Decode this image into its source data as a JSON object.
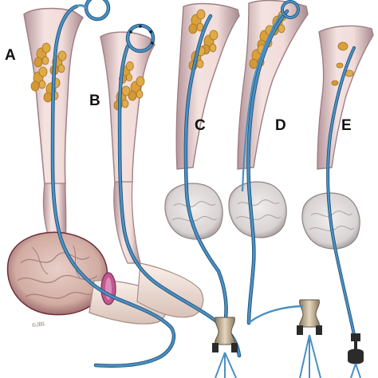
{
  "figure": {
    "panels": [
      {
        "id": "A",
        "label": "A"
      },
      {
        "id": "B",
        "label": "B"
      },
      {
        "id": "C",
        "label": "C"
      },
      {
        "id": "D",
        "label": "D"
      },
      {
        "id": "E",
        "label": "E"
      }
    ],
    "signature": "©JBL"
  },
  "colors": {
    "ureter_wall": "#f1dcd9",
    "ureter_edge": "#9e7f84",
    "lumen_shadow": "#b9a2a6",
    "bladder_tissue": "#d8b7ae",
    "bladder_lines": "#a27f7a",
    "bladder_dark": "#6f2f3a",
    "penis_skin": "#f4e4dc",
    "penis_edge": "#a78e86",
    "stone": "#d9a13c",
    "stone_edge": "#a66f1b",
    "stent_blue": "#4a90c2",
    "stent_dark": "#1e4f78",
    "collar_magenta": "#c0598f",
    "connector_metal": "#cbb69b",
    "connector_dark": "#2b2b2b"
  }
}
